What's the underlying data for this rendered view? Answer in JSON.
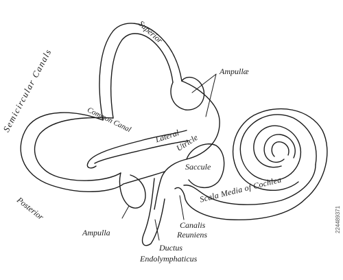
{
  "labels": {
    "semicircular_canals": "Semicircular Canals",
    "superior": "Superior",
    "ampullae": "Ampullæ",
    "common_canal": "Common Canal",
    "lateral": "Lateral",
    "utricle": "Utricle",
    "saccule": "Saccule",
    "posterior": "Posterior",
    "ampulla": "Ampulla",
    "scala_media": "Scala Media of Cochlea",
    "canalis_reuniens_1": "Canalis",
    "canalis_reuniens_2": "Reuniens",
    "ductus_1": "Ductus",
    "ductus_2": "Endolymphaticus"
  },
  "watermark": "224489371",
  "colors": {
    "ink": "#1a1a1a",
    "paper": "#ffffff"
  }
}
